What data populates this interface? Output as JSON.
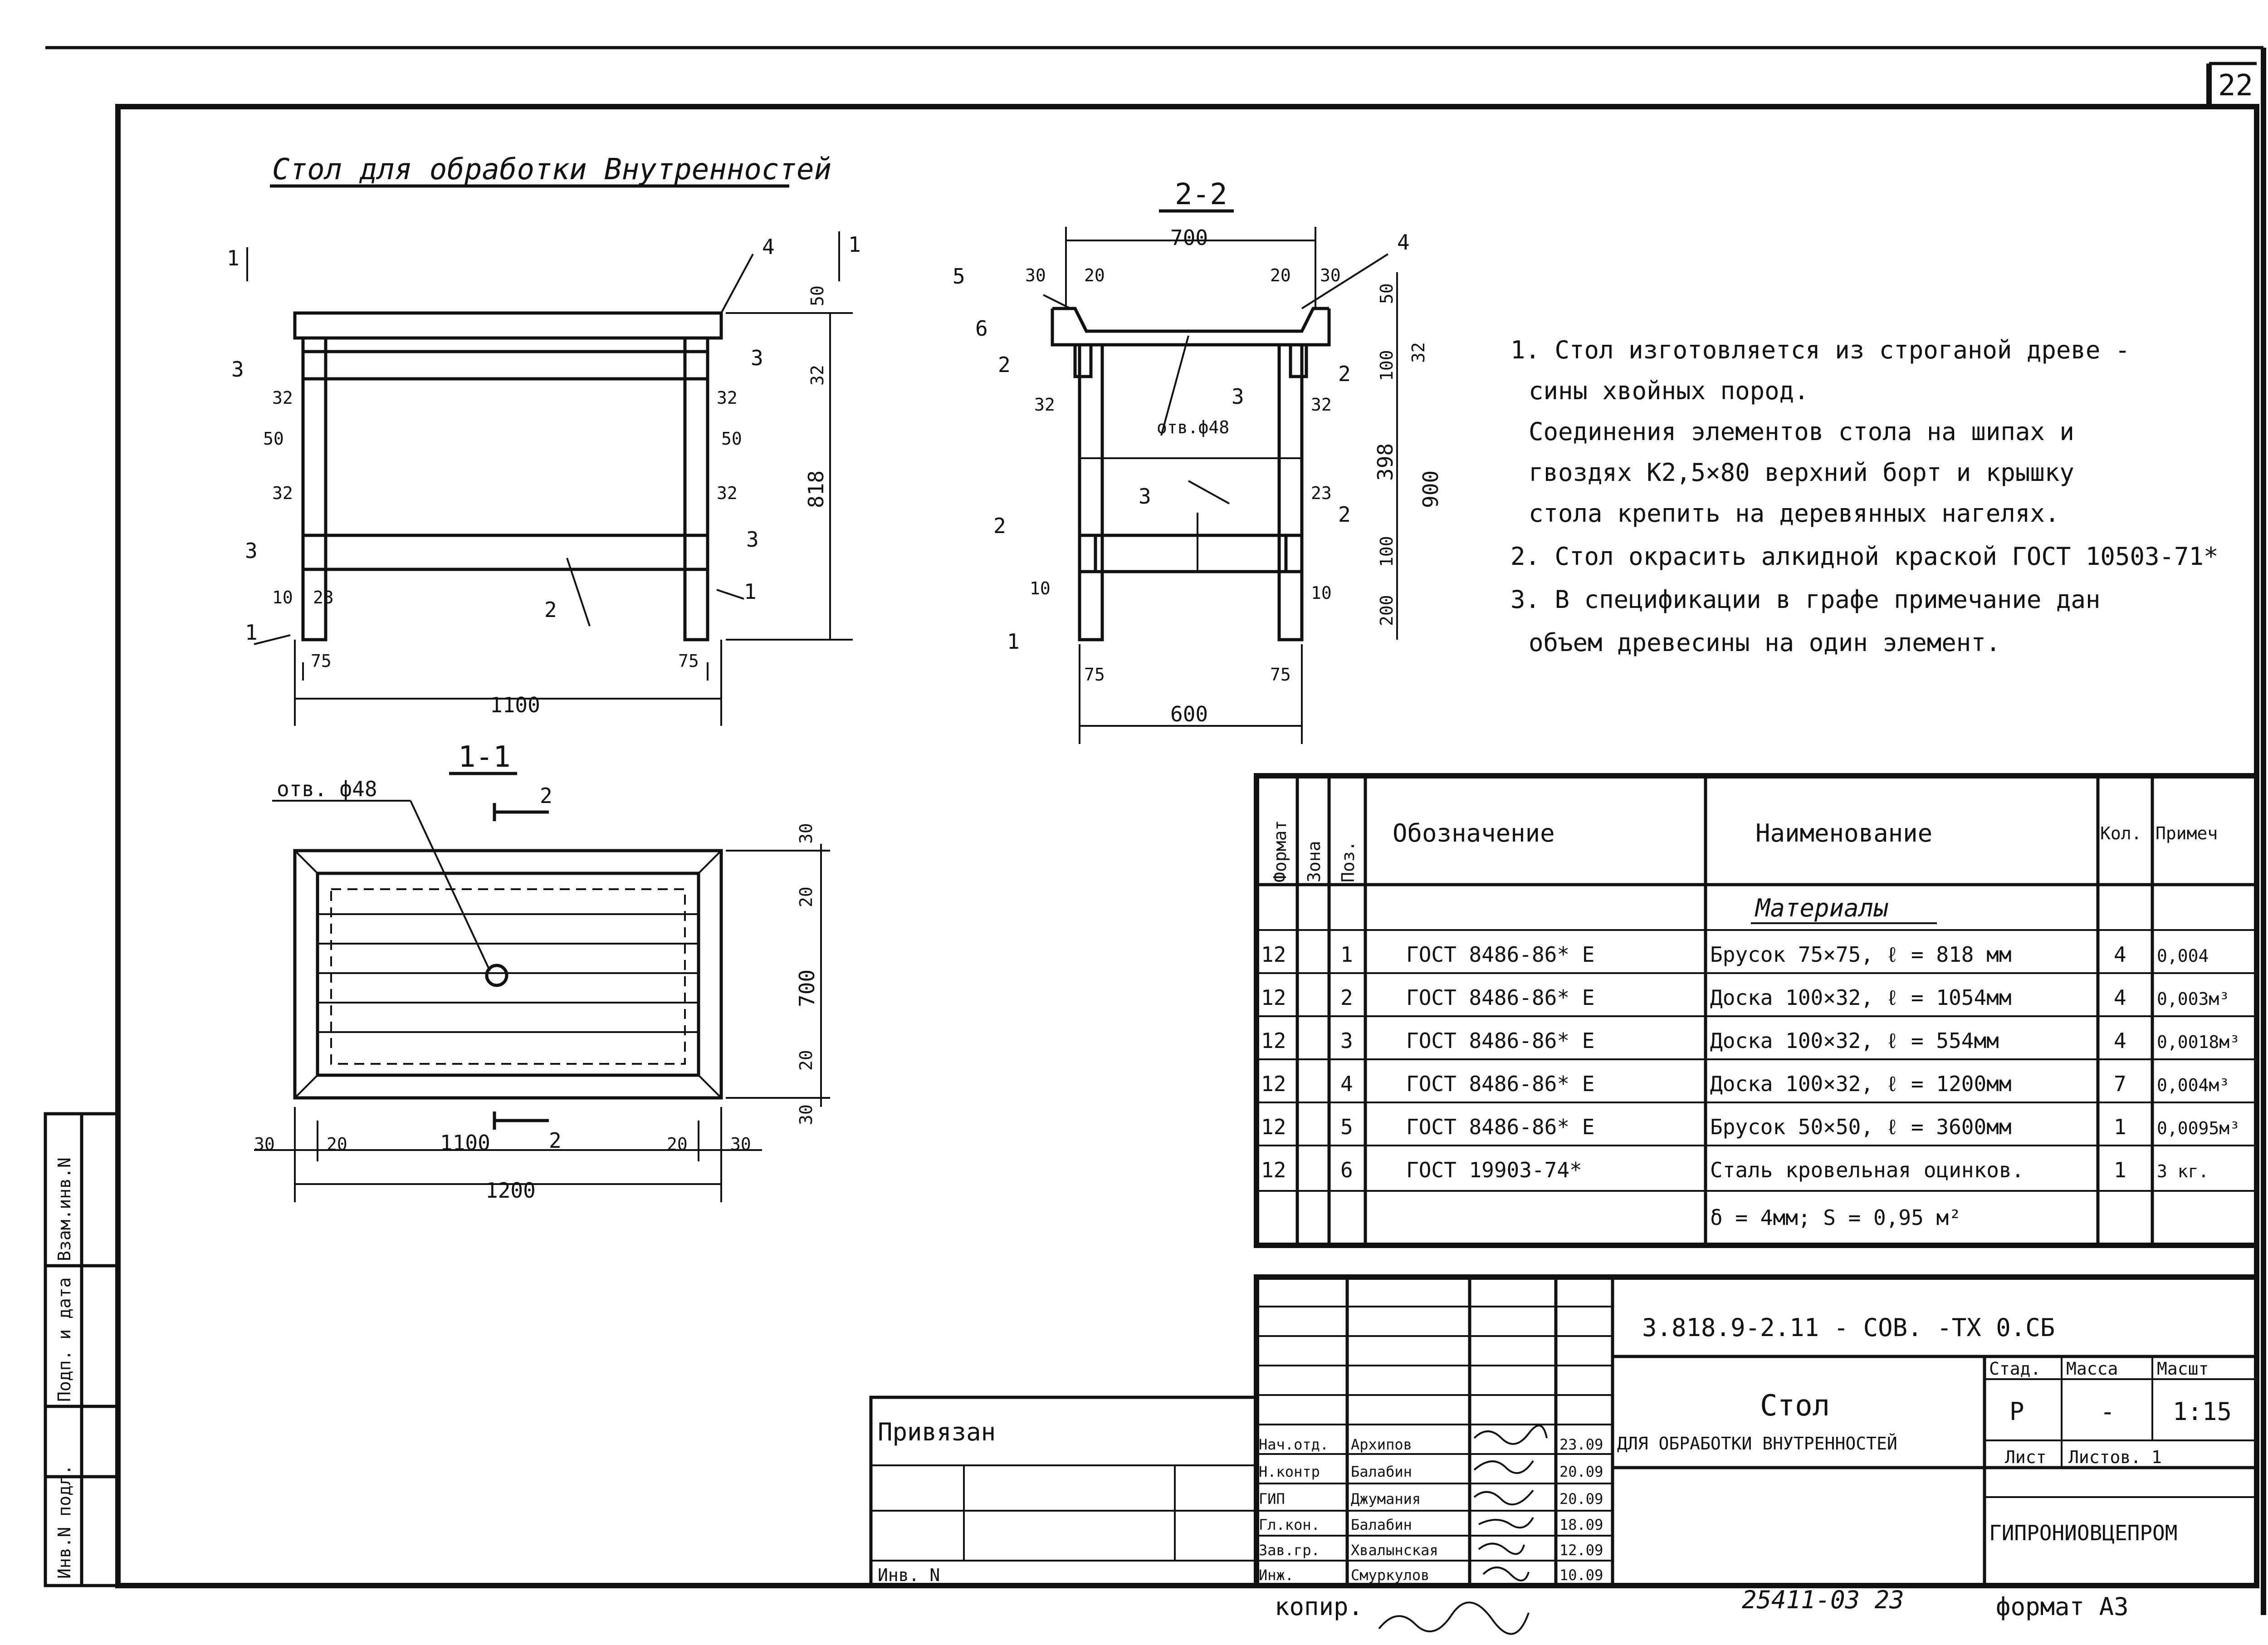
{
  "page_number": "22",
  "title": "Стол для обработки Внутренностей",
  "sections": {
    "s22": "2-2",
    "s11": "1-1"
  },
  "front_view": {
    "dims": {
      "overall_w": "1100",
      "height": "818",
      "top": "50",
      "rail": "32",
      "leg_w_left": "75",
      "leg_w_right": "75",
      "side_left": [
        "32",
        "50",
        "32",
        "10",
        "23"
      ],
      "side_right": [
        "32",
        "50",
        "32"
      ],
      "cut_mark": "1"
    },
    "callouts": [
      "4",
      "3",
      "3",
      "3",
      "3",
      "2",
      "1",
      "1"
    ]
  },
  "section_22": {
    "dims": {
      "top_w": "700",
      "l30": "30",
      "l20": "20",
      "r20": "20",
      "r30": "30",
      "h50": "50",
      "h100": "100",
      "h32": "32",
      "h398": "398",
      "h900": "900",
      "h100b": "100",
      "h200": "200",
      "left32": "32",
      "right32": "32",
      "r23": "23",
      "l10": "10",
      "r10": "10",
      "leg75a": "75",
      "leg75b": "75",
      "width": "600"
    },
    "callouts": [
      "5",
      "6",
      "2",
      "4",
      "2",
      "2",
      "2",
      "3",
      "3",
      "1"
    ],
    "hole": "отв.ф48"
  },
  "section_11": {
    "hole": "отв. ф48",
    "cut_label": "2",
    "dims": {
      "d30a": "30",
      "d20a": "20",
      "d700": "700",
      "d20b": "20",
      "d30b": "30",
      "b30": "30",
      "b20": "20",
      "b1100": "1100",
      "b20r": "20",
      "b30r": "30",
      "b1200": "1200"
    }
  },
  "notes": [
    "1. Стол изготовляется из строганой древе -",
    "сины хвойных пород.",
    "Соединения элементов стола на шипах и",
    "гвоздях К2,5×80 верхний борт и крышку",
    "стола крепить на деревянных нагелях.",
    "2. Стол окрасить алкидной краской ГОСТ 10503-71*",
    "3. В спецификации в графе примечание дан",
    "объем древесины на один элемент."
  ],
  "spec_table": {
    "headers": {
      "format": "Формат",
      "zone": "Зона",
      "pos": "Поз.",
      "designation": "Обозначение",
      "name": "Наименование",
      "qty": "Кол.",
      "note": "Примеч"
    },
    "group": "Материалы",
    "rows": [
      {
        "format": "12",
        "pos": "1",
        "designation": "ГОСТ 8486-86* Е",
        "name": "Брусок 75×75,  ℓ = 818 мм",
        "qty": "4",
        "note": "0,004"
      },
      {
        "format": "12",
        "pos": "2",
        "designation": "ГОСТ 8486-86* Е",
        "name": "Доска 100×32,  ℓ = 1054мм",
        "qty": "4",
        "note": "0,003м³"
      },
      {
        "format": "12",
        "pos": "3",
        "designation": "ГОСТ 8486-86* Е",
        "name": "Доска 100×32,  ℓ = 554мм",
        "qty": "4",
        "note": "0,0018м³"
      },
      {
        "format": "12",
        "pos": "4",
        "designation": "ГОСТ 8486-86* Е",
        "name": "Доска 100×32,  ℓ = 1200мм",
        "qty": "7",
        "note": "0,004м³"
      },
      {
        "format": "12",
        "pos": "5",
        "designation": "ГОСТ 8486-86* Е",
        "name": "Брусок 50×50,  ℓ = 3600мм",
        "qty": "1",
        "note": "0,0095м³"
      },
      {
        "format": "12",
        "pos": "6",
        "designation": "ГОСТ 19903-74*",
        "name": "Сталь кровельная оцинков.",
        "qty": "1",
        "note": "3 кг."
      }
    ],
    "extra": "δ = 4мм;  S = 0,95 м²"
  },
  "title_block": {
    "code": "3.818.9-2.11 -    СОВ. -ТХ 0.СБ",
    "name_line1": "Стол",
    "name_line2": "ДЛЯ ОБРАБОТКИ ВНУТРЕННОСТЕЙ",
    "stage_label": "Стад.",
    "mass_label": "Масса",
    "scale_label": "Масшт",
    "stage": "Р",
    "mass": "-",
    "scale": "1:15",
    "sheet_label": "Лист",
    "sheets_label": "Листов. 1",
    "org": "ГИПРОНИОВЦЕПРОМ",
    "privyazan": "Привязан",
    "inv": "Инв. N",
    "signers": [
      {
        "role": "Нач.отд.",
        "name": "Архипов",
        "date": "23.09"
      },
      {
        "role": "Н.контр",
        "name": "Балабин",
        "date": "20.09"
      },
      {
        "role": "ГИП",
        "name": "Джумания",
        "date": "20.09"
      },
      {
        "role": "Гл.кон.",
        "name": "Балабин",
        "date": "18.09"
      },
      {
        "role": "Зав.гр.",
        "name": "Хвалынская",
        "date": "12.09"
      },
      {
        "role": "Инж.",
        "name": "Смуркулов",
        "date": "10.09"
      }
    ]
  },
  "side_strip": [
    "Инв.N подл.",
    "Подп. и дата",
    "Взам.инв.N"
  ],
  "footer": {
    "kopir": "копир.",
    "number": "25411-03  23",
    "format": "формат А3"
  }
}
